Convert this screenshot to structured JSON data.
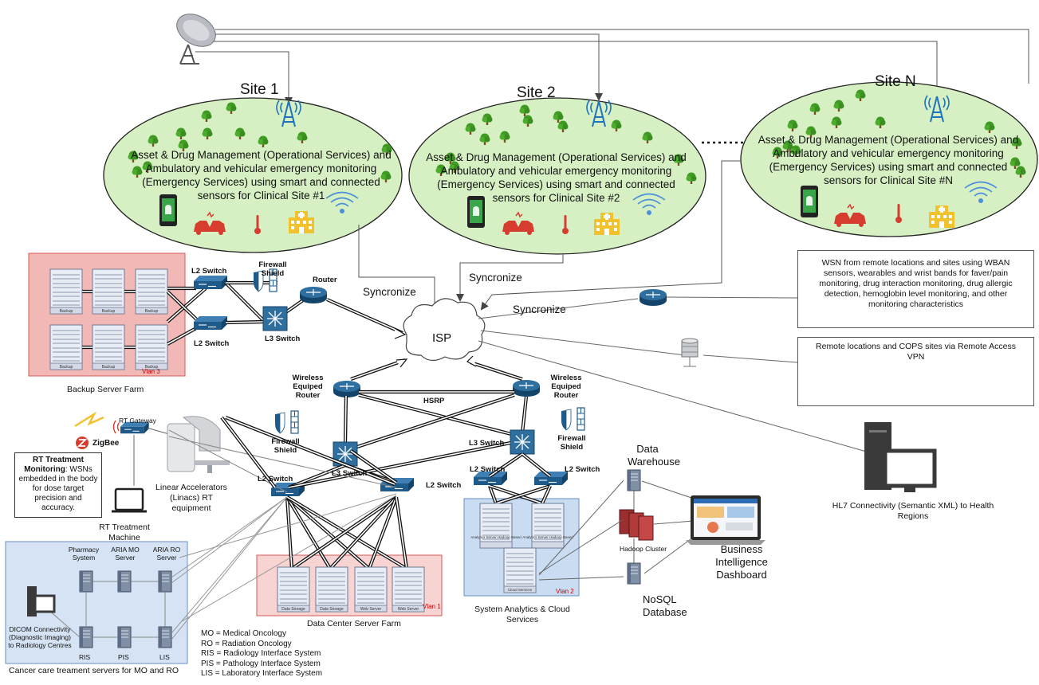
{
  "sites": [
    {
      "title": "Site 1",
      "desc": "Asset & Drug Management (Operational Services) and Ambulatory and vehicular emergency monitoring (Emergency Services) using smart and connected sensors for Clinical Site #1"
    },
    {
      "title": "Site 2",
      "desc": "Asset & Drug Management (Operational Services) and Ambulatory and vehicular emergency monitoring (Emergency Services) using smart and connected sensors for Clinical Site #2"
    },
    {
      "title": "Site N",
      "desc": "Asset & Drug Management (Operational Services) and Ambulatory and vehicular emergency monitoring (Emergency Services) using smart and connected sensors for Clinical Site #N"
    }
  ],
  "isp": "ISP",
  "sync": [
    "Syncronize",
    "Syncronize",
    "Syncronize"
  ],
  "backup": {
    "l2_top": "L2 Switch",
    "l2_bottom": "L2 Switch",
    "firewall": "Firewall Shield",
    "router": "Router",
    "l3": "L3 Switch",
    "server_label": "Backup",
    "vlan": "Vlan 3",
    "caption": "Backup Server Farm"
  },
  "wsn_box": "WSN from remote locations and sites using WBAN sensors, wearables and wrist bands for faver/pain monitoring, drug interaction monitoring, drug allergic detection, hemoglobin level monitoring, and other monitoring characteristics",
  "vpn_box": "Remote locations and COPS sites via Remote Access VPN",
  "core": {
    "router_left": "Wireless Equiped Router",
    "router_right": "Wireless Equiped Router",
    "hsrp": "HSRP",
    "fw_left": "Firewall Shield",
    "fw_right": "Firewall Shield",
    "l3_left": "L3 Switch",
    "l3_right": "L3 Switch",
    "l2_a": "L2 Switch",
    "l2_b": "L2 Switch",
    "l2_c": "L2 Switch",
    "l2_d": "L2 Switch"
  },
  "dc": {
    "servers": [
      "Data Storage",
      "Data Storage",
      "Web Server",
      "Web Server"
    ],
    "vlan": "Vlan 1",
    "caption": "Data Center Server Farm"
  },
  "analytics": {
    "servers": [
      "Analytics Server Hadoop Based",
      "Analytics Server Hadoop Based",
      "Cloud Services"
    ],
    "vlan": "Vlan 2",
    "caption": "System Analytics & Cloud Services"
  },
  "data_warehouse": "Data Warehouse",
  "hadoop": "Hadoop Cluster",
  "nosql": "NoSQL Database",
  "bi": "Business Intelligence Dashboard",
  "hl7": "HL7 Connectivity (Semantic XML) to Health Regions",
  "rt": {
    "gateway": "RT Gateway",
    "zigbee": "ZigBee",
    "linac": "Linear Accelerators (Linacs) RT equipment",
    "machine": "RT Treatment Machine",
    "monitoring_title": "RT Treatment Monitoring",
    "monitoring_text": ": WSNs embedded in the body for dose target precision and accuracy."
  },
  "cancer": {
    "pharmacy": "Pharmacy System",
    "aria_mo": "ARIA MO Server",
    "aria_ro": "ARIA RO Server",
    "ris": "RIS",
    "pis": "PIS",
    "lis": "LIS",
    "dicom": "DICOM Connectivity (Diagnostic Imaging) to Radiology Centres",
    "caption": "Cancer care treament servers for MO and RO"
  },
  "legend": [
    "MO = Medical Oncology",
    "RO = Radiation Oncology",
    "RIS = Radiology Interface System",
    "PIS = Pathology Interface System",
    "LIS = Laboratory Interface System"
  ],
  "colors": {
    "site_fill": "#d6f0c4",
    "backup_fill": "#f2b8b5",
    "dc_fill": "#f7d3d2",
    "analytics_fill": "#c9dcf2",
    "cancer_fill": "#d5e3f5",
    "network_blue": "#1e5a8a",
    "tree": "#3f9a22",
    "red_icon": "#d63d2f",
    "yellow_icon": "#f2c12e"
  },
  "icons": [
    "satellite-dish-icon",
    "cell-tower-icon",
    "android-phone-icon",
    "car-crash-icon",
    "thermometer-icon",
    "hospital-icon",
    "wifi-icon",
    "tree-icon",
    "router-icon",
    "switch-icon",
    "firewall-icon",
    "server-icon",
    "cloud-icon",
    "laptop-icon",
    "tablet-icon",
    "desktop-icon",
    "database-icon",
    "dashboard-icon"
  ]
}
